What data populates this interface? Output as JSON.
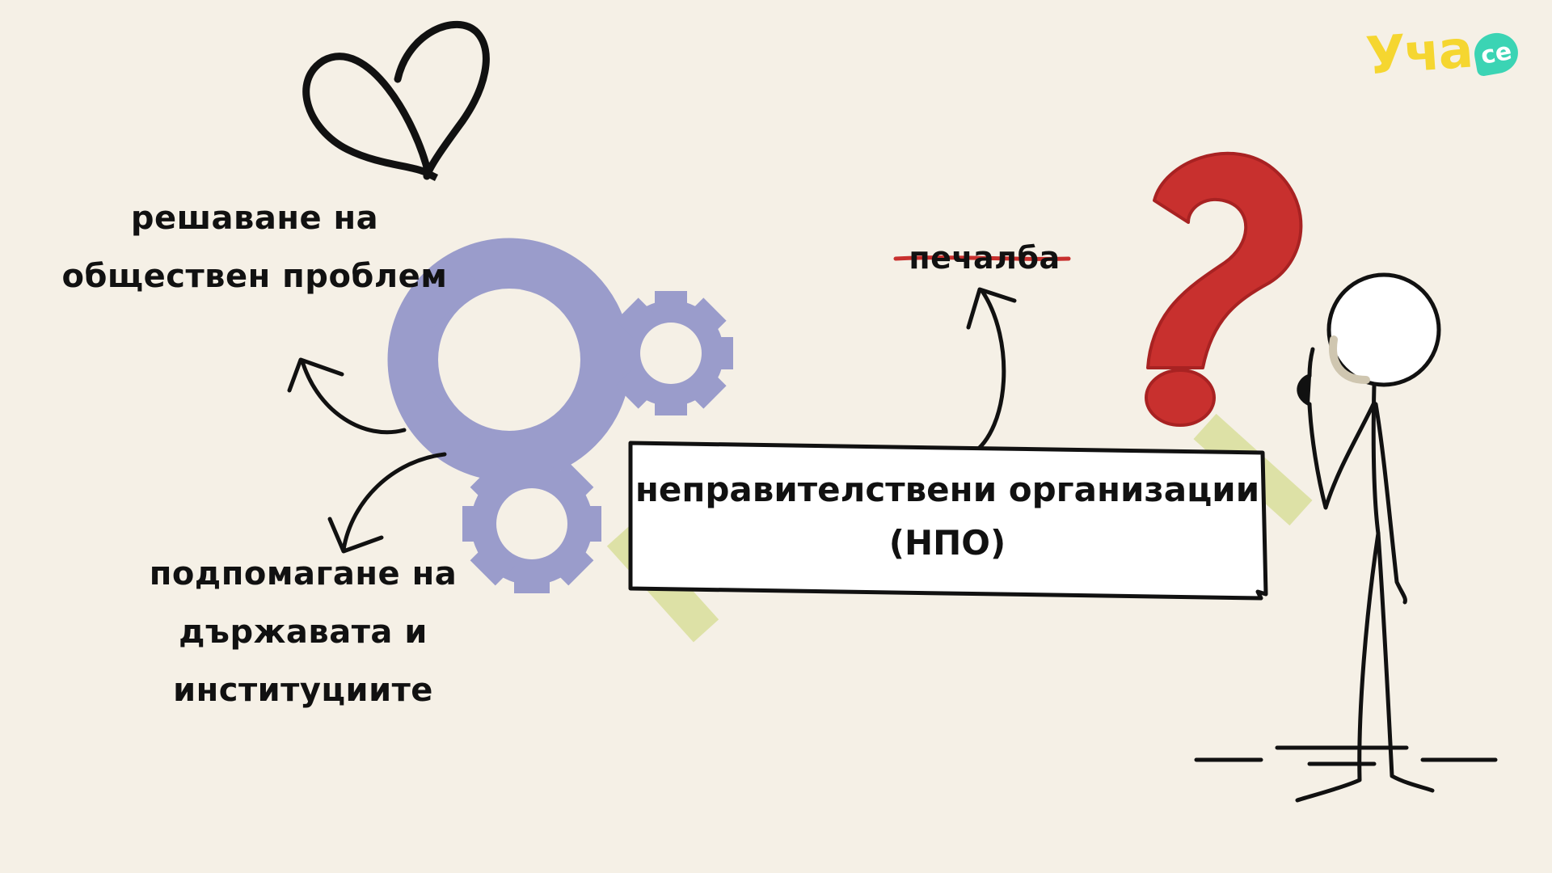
{
  "logo": {
    "main": "Уча",
    "badge": "ce"
  },
  "labels": {
    "social_problem": "решаване на обществен проблем",
    "support": "подпомагане на държавата и институциите",
    "profit": "печалба"
  },
  "ngo": {
    "line1": "неправителствени организации",
    "line2": "(НПО)"
  },
  "icons": [
    "heart-icon",
    "gears-icon",
    "question-mark-icon",
    "stick-figure"
  ],
  "colors": {
    "background": "#f5f0e6",
    "gears": "#9a9ccb",
    "question_mark": "#c8302e",
    "strike_line": "#c8302e",
    "tape": "#d8de9a",
    "logo_yellow": "#f5d630",
    "logo_teal": "#3bd4b4"
  }
}
